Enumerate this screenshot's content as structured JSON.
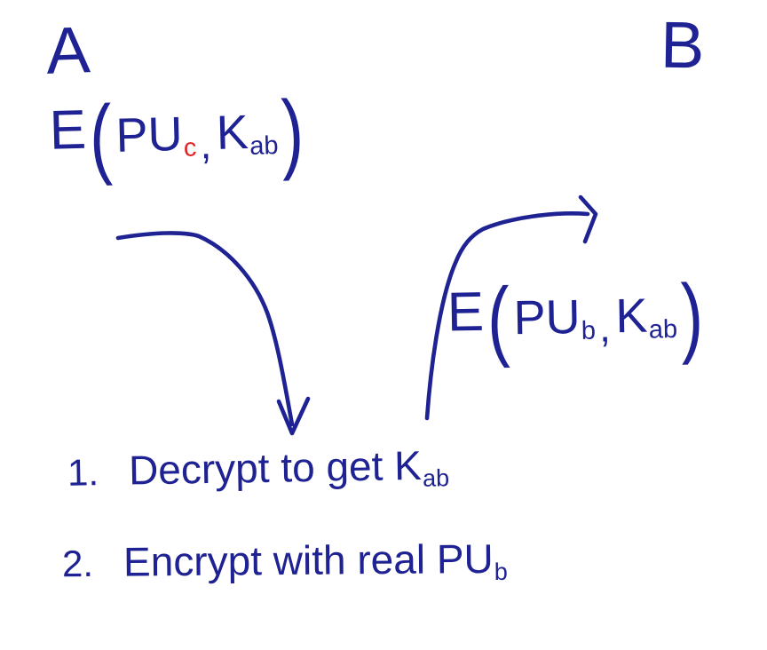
{
  "canvas": {
    "background": "#ffffff"
  },
  "ink": {
    "blue": "#1f2292",
    "red": "#e32424"
  },
  "nodes": {
    "party_a_label": "A",
    "party_b_label": "B"
  },
  "message_from_a": {
    "func": "E",
    "open_paren": "(",
    "arg1_base": "PU",
    "arg1_sub": "c",
    "separator": ",",
    "arg2_base": "K",
    "arg2_sub": "ab",
    "close_paren": ")"
  },
  "message_to_b": {
    "func": "E",
    "open_paren": "(",
    "arg1_base": "PU",
    "arg1_sub": "b",
    "separator": ",",
    "arg2_base": "K",
    "arg2_sub": "ab",
    "close_paren": ")"
  },
  "steps": [
    {
      "number": "1.",
      "text": "Decrypt to get K",
      "sub": "ab"
    },
    {
      "number": "2.",
      "text": "Encrypt with real PU",
      "sub": "b"
    }
  ]
}
